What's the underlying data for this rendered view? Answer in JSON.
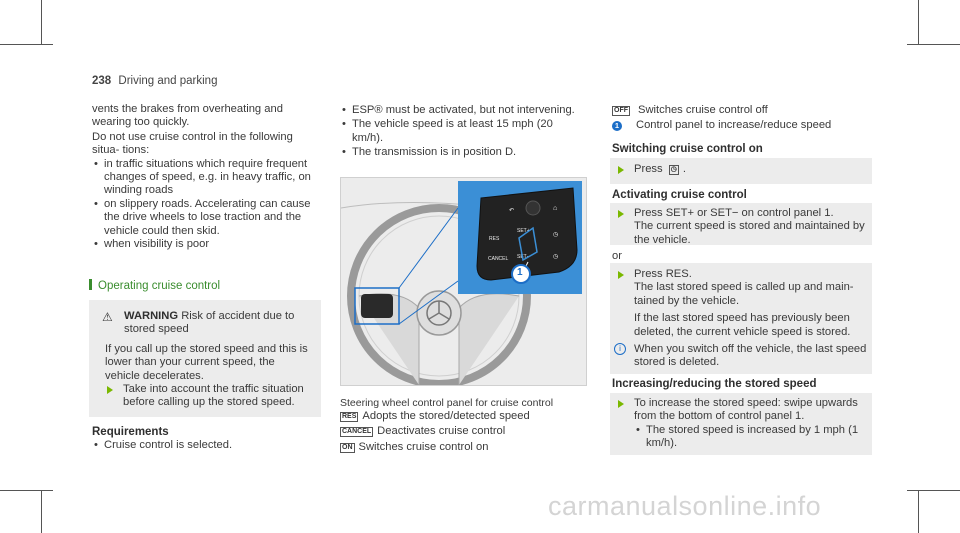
{
  "header": {
    "page_number": "238",
    "section": "Driving and parking"
  },
  "col1": {
    "p1": "vents the brakes from overheating and wearing too quickly.",
    "p2": "Do not use cruise control in the following situa- tions:",
    "bullets": [
      "in traffic situations which require frequent changes of speed, e.g. in heavy traffic, on winding roads",
      "on slippery roads. Accelerating can cause the drive wheels to lose traction and the vehicle could then skid.",
      "when visibility is poor"
    ],
    "section_title": "Operating cruise control",
    "warning_label": "WARNING",
    "warning_title": "Risk of accident due to stored speed",
    "warning_body": "If you call up the stored speed and this is lower than your current speed, the vehicle decelerates.",
    "warning_step": "Take into account the traffic situation before calling up the stored speed.",
    "req_title": "Requirements",
    "req_bullet": "Cruise control is selected."
  },
  "col2": {
    "bullets": [
      "ESP® must be activated, but not intervening.",
      "The vehicle speed is at least 15 mph (20 km/h).",
      "The transmission is in position D."
    ],
    "figure_caption": "Steering wheel control panel for cruise control",
    "legend": [
      {
        "sym": "RES",
        "text": "Adopts the stored/detected speed"
      },
      {
        "sym": "CANCEL",
        "text": "Deactivates cruise control"
      },
      {
        "sym": "ON",
        "text": "Switches cruise control on"
      }
    ],
    "callout": "1"
  },
  "col3": {
    "legend": [
      {
        "sym": "OFF",
        "text": "Switches cruise control off"
      },
      {
        "sym": "1",
        "text": "Control panel to increase/reduce speed"
      }
    ],
    "h_switch": "Switching cruise control on",
    "switch_step": "Press",
    "h_activate": "Activating cruise control",
    "act_step": "Press SET+ or SET− on control panel 1.",
    "act_result": "The current speed is stored and maintained by the vehicle.",
    "or": "or",
    "res_step": "Press RES.",
    "res_result": "The last stored speed is called up and main- tained by the vehicle.",
    "res_result2": "If the last stored speed has previously been deleted, the current vehicle speed is stored.",
    "note": "When you switch off the vehicle, the last speed stored is deleted.",
    "h_increase": "Increasing/reducing the stored speed",
    "inc_step": "To increase the stored speed: swipe upwards from the bottom of control panel 1.",
    "inc_sub": "The stored speed is increased by 1 mph (1 km/h)."
  },
  "watermark": "carmanualsonline.info",
  "colors": {
    "accent_green": "#3a8d2e",
    "arrow": "#7ab800",
    "callout_blue": "#1c6ec7"
  }
}
